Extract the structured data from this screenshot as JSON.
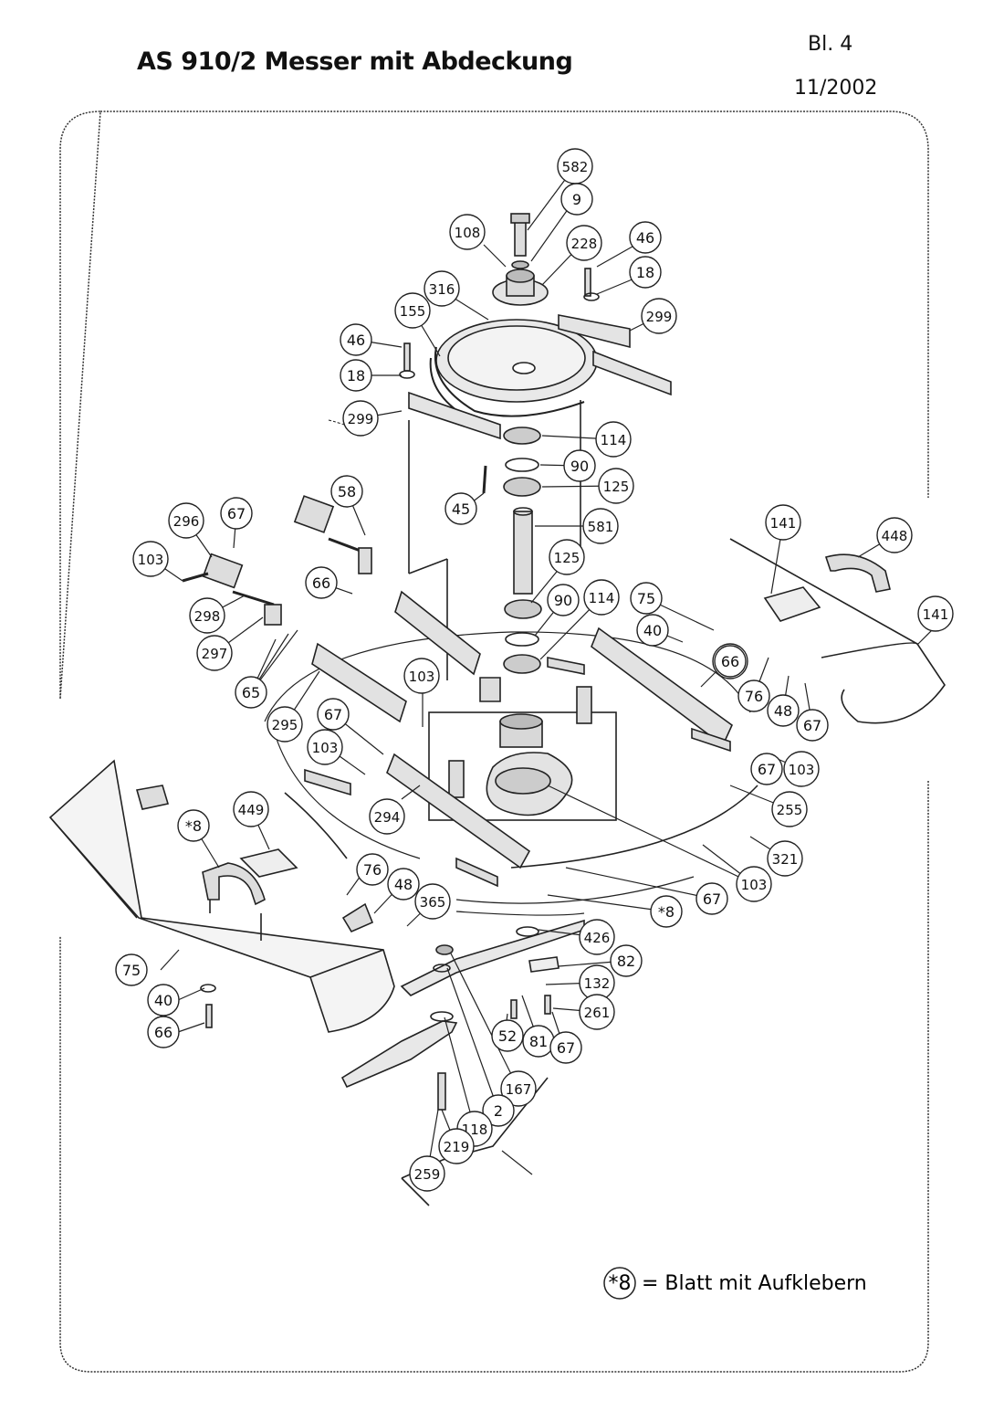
{
  "header": {
    "title": "AS 910/2 Messer mit Abdeckung",
    "sheet": "Bl. 4",
    "date": "11/2002"
  },
  "footnote": {
    "marker": "*8",
    "text": "= Blatt mit Aufklebern"
  },
  "part_labels": [
    "582",
    "9",
    "108",
    "228",
    "46",
    "18",
    "316",
    "155",
    "46",
    "18",
    "299",
    "299",
    "114",
    "90",
    "125",
    "45",
    "581",
    "125",
    "90",
    "114",
    "58",
    "66",
    "296",
    "67",
    "103",
    "298",
    "297",
    "65",
    "295",
    "294",
    "103",
    "67",
    "103",
    "67",
    "294",
    "75",
    "40",
    "66",
    "76",
    "48",
    "67",
    "103",
    "255",
    "321",
    "103",
    "67",
    "*8",
    "141",
    "448",
    "141",
    "*8",
    "449",
    "75",
    "40",
    "66",
    "76",
    "48",
    "365",
    "426",
    "82",
    "132",
    "261",
    "52",
    "81",
    "67",
    "167",
    "2",
    "118",
    "219",
    "259"
  ]
}
